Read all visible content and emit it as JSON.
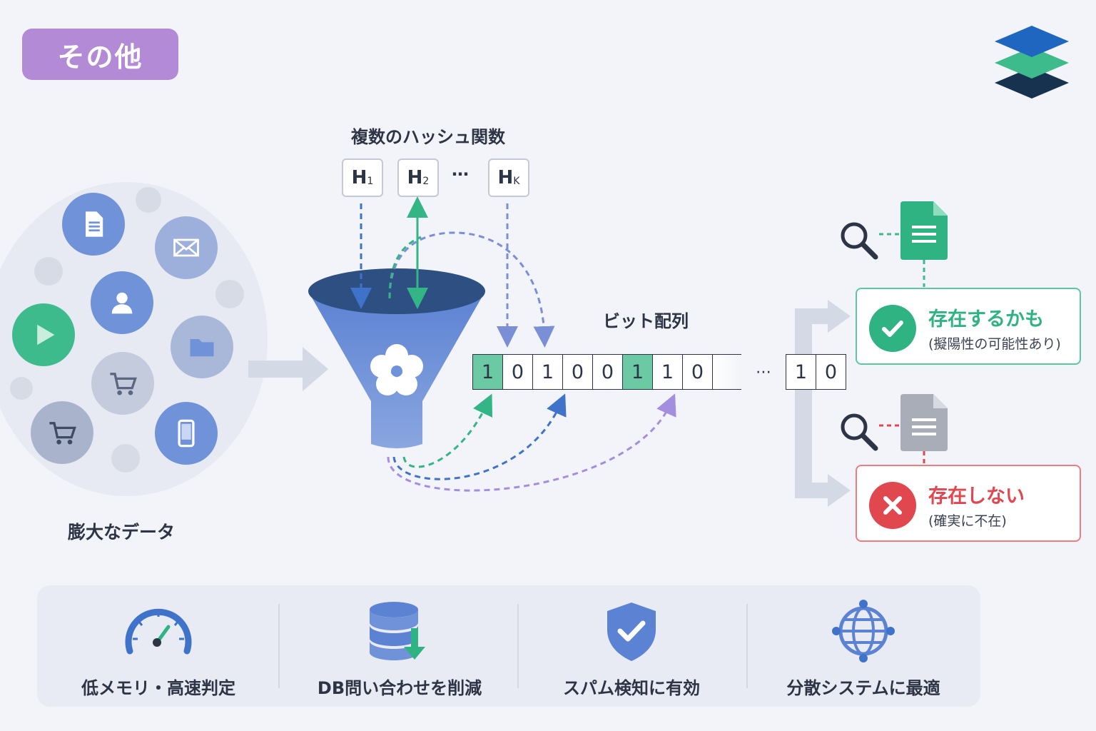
{
  "tag": "その他",
  "labels": {
    "hash_functions": "複数のハッシュ関数",
    "data": "膨大なデータ",
    "bit_array": "ビット配列"
  },
  "hashes": [
    {
      "letter": "H",
      "sub": "1"
    },
    {
      "letter": "H",
      "sub": "2"
    },
    {
      "letter": "H",
      "sub": "K"
    }
  ],
  "hash_ellipsis": "⋯",
  "bits": {
    "main": [
      "1",
      "0",
      "1",
      "0",
      "0",
      "1",
      "1",
      "0"
    ],
    "highlighted": [
      0,
      5
    ],
    "ellipsis": "⋯",
    "tail": [
      "1",
      "0"
    ]
  },
  "results": {
    "maybe": {
      "title": "存在するかも",
      "sub": "(擬陽性の可能性あり)",
      "color": "#2fb383"
    },
    "no": {
      "title": "存在しない",
      "sub": "(確実に不在)",
      "color": "#e0474f"
    }
  },
  "features": [
    {
      "icon": "speedometer-icon",
      "label": "低メモリ・高速判定"
    },
    {
      "icon": "database-download-icon",
      "label": "DB問い合わせを削減"
    },
    {
      "icon": "shield-check-icon",
      "label": "スパム検知に有効"
    },
    {
      "icon": "globe-network-icon",
      "label": "分散システムに最適"
    }
  ],
  "colors": {
    "accent_purple": "#b38ad6",
    "funnel_blue": "#6f92d8",
    "green": "#3dbb8c",
    "red": "#e0474f",
    "bit_on": "#6bc9a4"
  }
}
